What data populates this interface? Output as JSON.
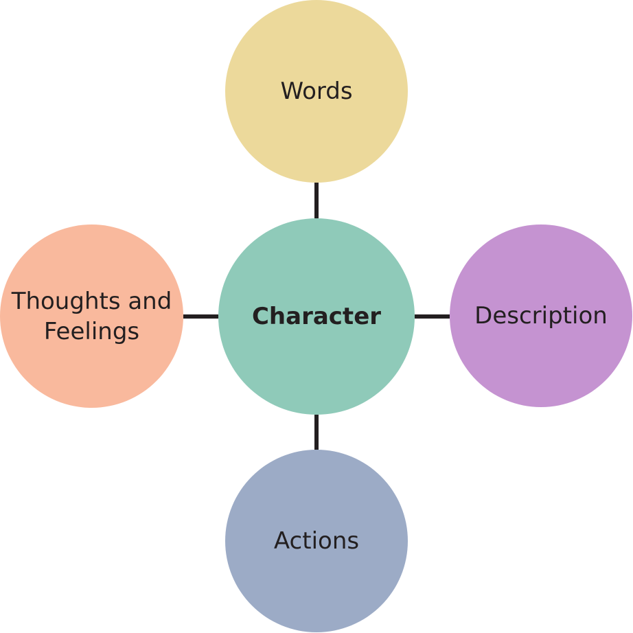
{
  "diagram": {
    "center": {
      "label": "Character",
      "color": "#8fcab9"
    },
    "nodes": {
      "words": {
        "label": "Words",
        "color": "#ecd99b"
      },
      "thoughts": {
        "label": "Thoughts and\nFeelings",
        "color": "#f9b99d"
      },
      "description": {
        "label": "Description",
        "color": "#c593d1"
      },
      "actions": {
        "label": "Actions",
        "color": "#9cabc6"
      }
    },
    "connector_color": "#231f20"
  }
}
